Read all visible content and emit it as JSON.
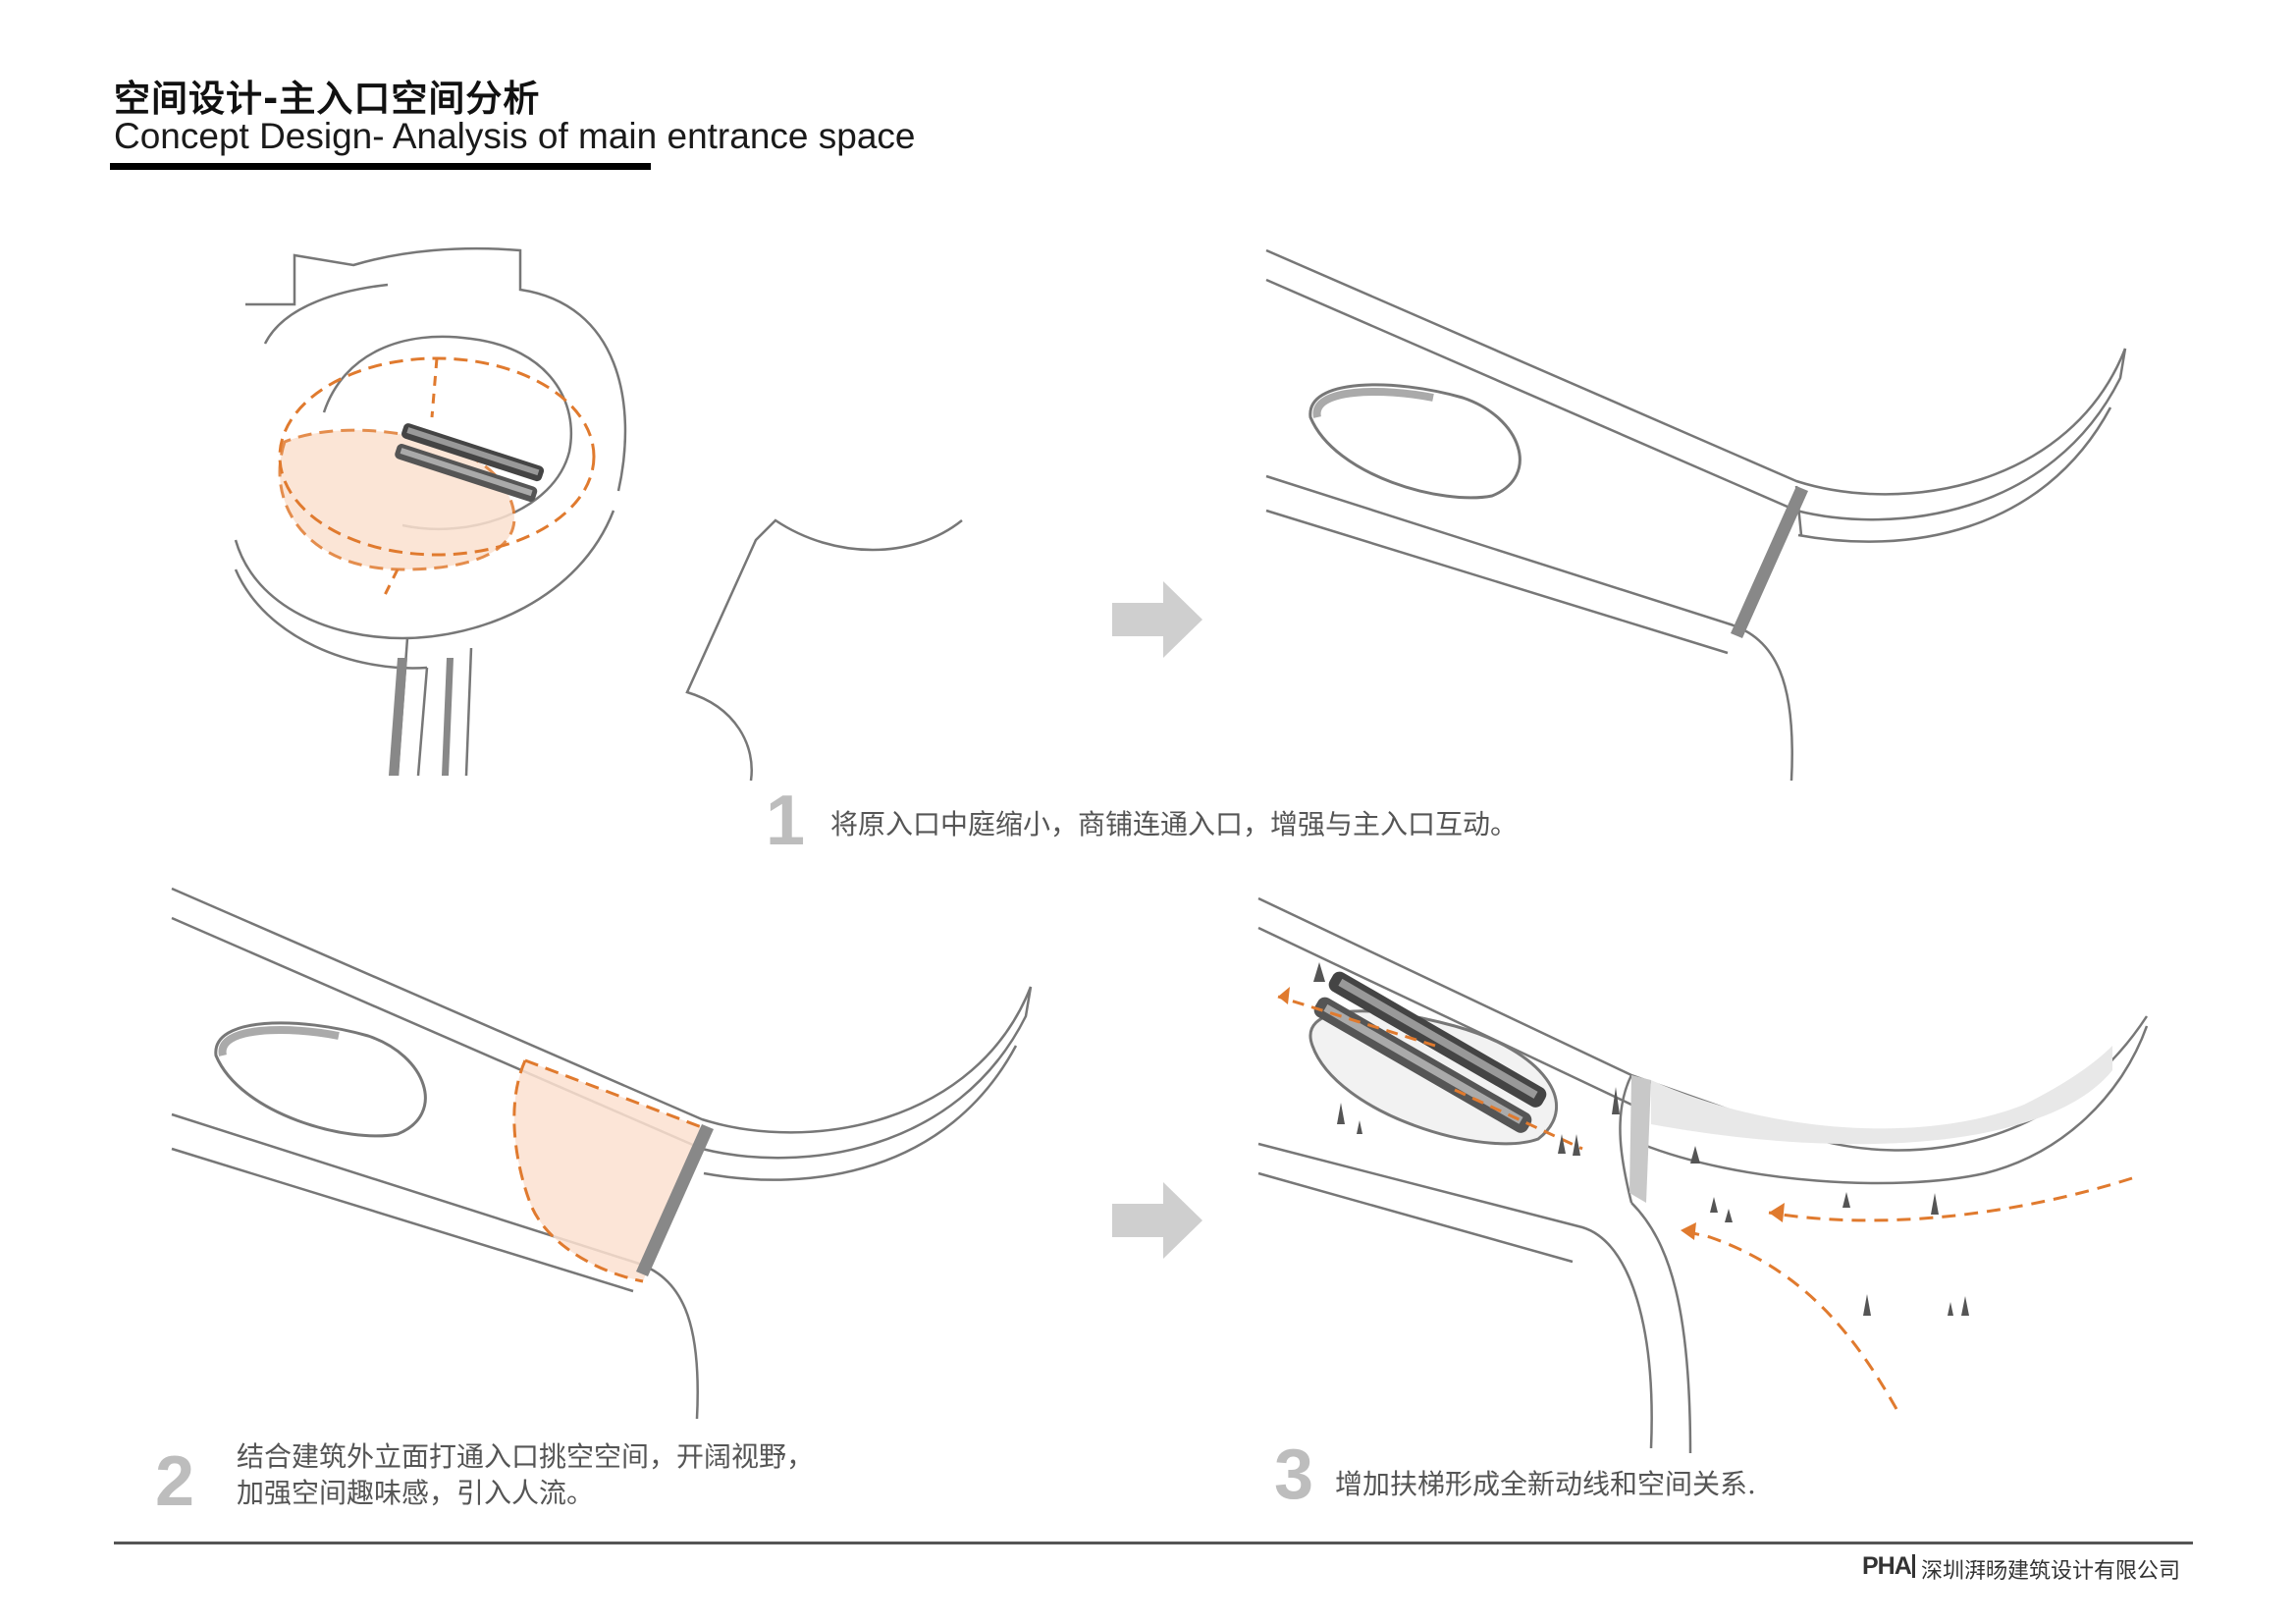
{
  "header": {
    "title_cn": "空间设计-主入口空间分析",
    "title_en": "Concept Design- Analysis of main entrance space"
  },
  "steps": [
    {
      "number": "1",
      "text": "将原入口中庭缩小，商铺连通入口，增强与主入口互动。"
    },
    {
      "number": "2",
      "line1": "结合建筑外立面打通入口挑空空间，开阔视野，",
      "line2": "加强空间趣味感，引入人流。"
    },
    {
      "number": "3",
      "text": "增加扶梯形成全新动线和空间关系."
    }
  ],
  "footer": {
    "logo": "PHA",
    "company": "深圳湃旸建筑设计有限公司"
  },
  "icons": [
    "arrow-right-icon",
    "arrow-right-icon"
  ],
  "colors": {
    "accent_orange": "#e07a2e",
    "highlight_fill": "#fbe1d0",
    "arrow_gray": "#cfcfcf",
    "wall_gray": "#bbbbbb"
  }
}
